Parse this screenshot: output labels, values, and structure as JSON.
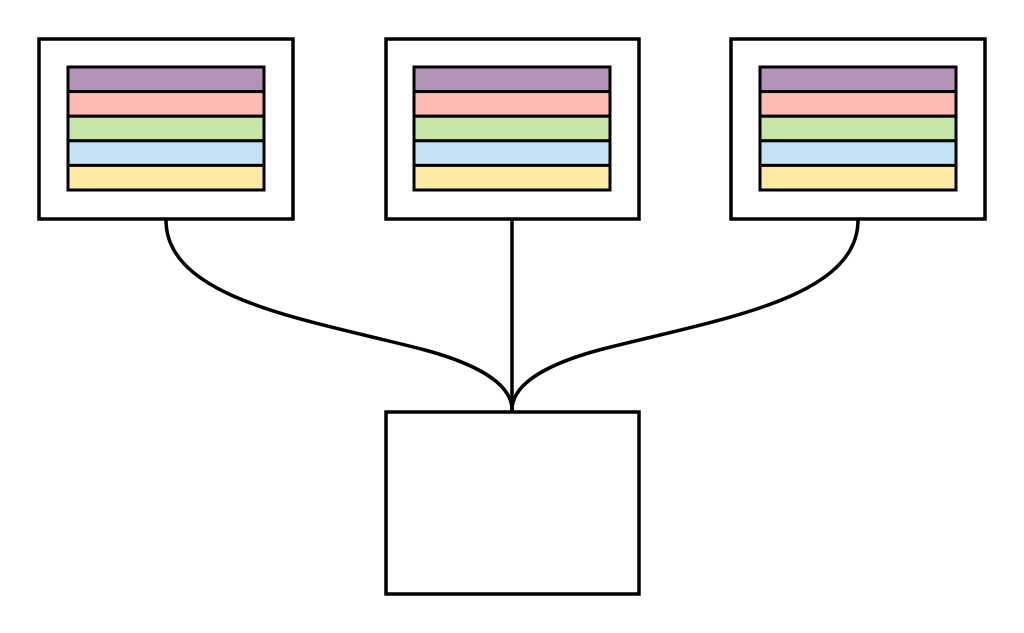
{
  "diagram": {
    "type": "tree",
    "parents": [
      {
        "id": "left",
        "bands": 5
      },
      {
        "id": "center",
        "bands": 5
      },
      {
        "id": "right",
        "bands": 5
      }
    ],
    "child": {
      "id": "bottom",
      "empty": true
    },
    "edges": [
      {
        "from": "left",
        "to": "bottom",
        "style": "curve"
      },
      {
        "from": "center",
        "to": "bottom",
        "style": "straight"
      },
      {
        "from": "right",
        "to": "bottom",
        "style": "curve"
      }
    ],
    "band_colors": [
      "#b394b8",
      "#ffbbb3",
      "#c8e5a8",
      "#c4e3f4",
      "#feeaa5"
    ],
    "stroke_color": "#000000",
    "background_color": "#ffffff"
  }
}
